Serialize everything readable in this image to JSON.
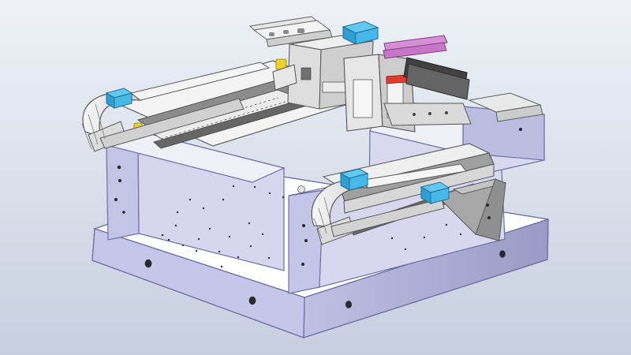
{
  "viewport": {
    "background_top": "#eef1f7",
    "background_bottom": "#c7cfdf"
  },
  "colors": {
    "base_steel": "#c8c8e6",
    "base_steel_dark": "#9b9bc4",
    "base_top": "#ffffff",
    "hole": "#2a2a2a",
    "rail": "#d9d9d9",
    "rail_dark": "#8d8d8d",
    "cable_chain": "#e9e9e9",
    "cable_chain_dark": "#7a7a7a",
    "connector_blue": "#47b8ea",
    "bracket_pink": "#d58fd4",
    "motor_dark": "#3d3d3d",
    "red_part": "#e23a2f",
    "yellow_part": "#f1d02a",
    "bracket_gray": "#a8a8a8"
  },
  "parts": [
    {
      "name": "base-plate"
    },
    {
      "name": "left-column"
    },
    {
      "name": "right-column"
    },
    {
      "name": "back-wall"
    },
    {
      "name": "x-axis-rail"
    },
    {
      "name": "y-axis-carriage"
    },
    {
      "name": "z-axis-module"
    },
    {
      "name": "front-rail"
    },
    {
      "name": "cable-chain-left"
    },
    {
      "name": "cable-chain-front"
    },
    {
      "name": "top-bracket"
    },
    {
      "name": "end-bracket"
    },
    {
      "name": "connectors"
    }
  ]
}
